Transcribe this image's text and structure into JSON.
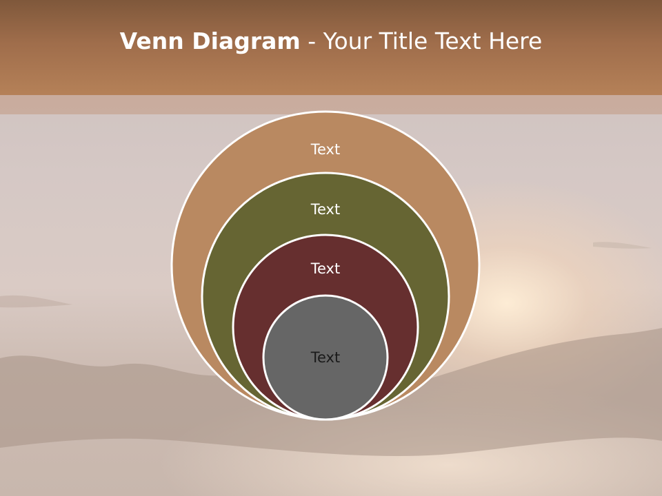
{
  "slide": {
    "title_bold": "Venn Diagram",
    "title_rest": " - Your Title Text Here"
  },
  "colors": {
    "header": "#a8754f",
    "outer_circle": "#b98961",
    "second_circle": "#666533",
    "third_circle": "#662f2f",
    "inner_circle": "#666666",
    "circle_border": "#ffffff"
  },
  "circles": [
    {
      "label": "Text",
      "color": "#b98961"
    },
    {
      "label": "Text",
      "color": "#666533"
    },
    {
      "label": "Text",
      "color": "#662f2f"
    },
    {
      "label": "Text",
      "color": "#666666"
    }
  ]
}
